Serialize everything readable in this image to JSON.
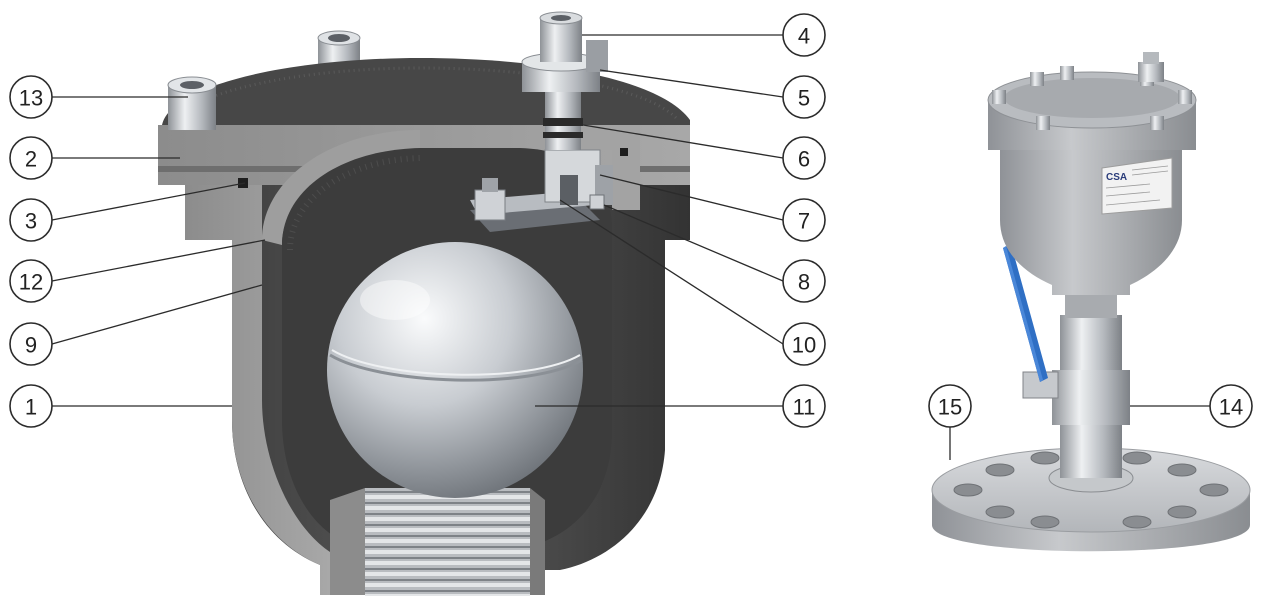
{
  "callouts": [
    {
      "id": "1",
      "label": "1"
    },
    {
      "id": "2",
      "label": "2"
    },
    {
      "id": "3",
      "label": "3"
    },
    {
      "id": "4",
      "label": "4"
    },
    {
      "id": "5",
      "label": "5"
    },
    {
      "id": "6",
      "label": "6"
    },
    {
      "id": "7",
      "label": "7"
    },
    {
      "id": "8",
      "label": "8"
    },
    {
      "id": "9",
      "label": "9"
    },
    {
      "id": "10",
      "label": "10"
    },
    {
      "id": "11",
      "label": "11"
    },
    {
      "id": "12",
      "label": "12"
    },
    {
      "id": "13",
      "label": "13"
    },
    {
      "id": "14",
      "label": "14"
    },
    {
      "id": "15",
      "label": "15"
    }
  ],
  "nameplate": {
    "logo": "CSA"
  },
  "colors": {
    "cast_iron": "#4a4a4a",
    "cast_iron_dark": "#2e2e2e",
    "cut_face": "#9a9a9a",
    "steel": "#c9ccd0",
    "steel_light": "#eef0f2",
    "handle_blue": "#2f6fc4",
    "line": "#2b2b2b"
  }
}
